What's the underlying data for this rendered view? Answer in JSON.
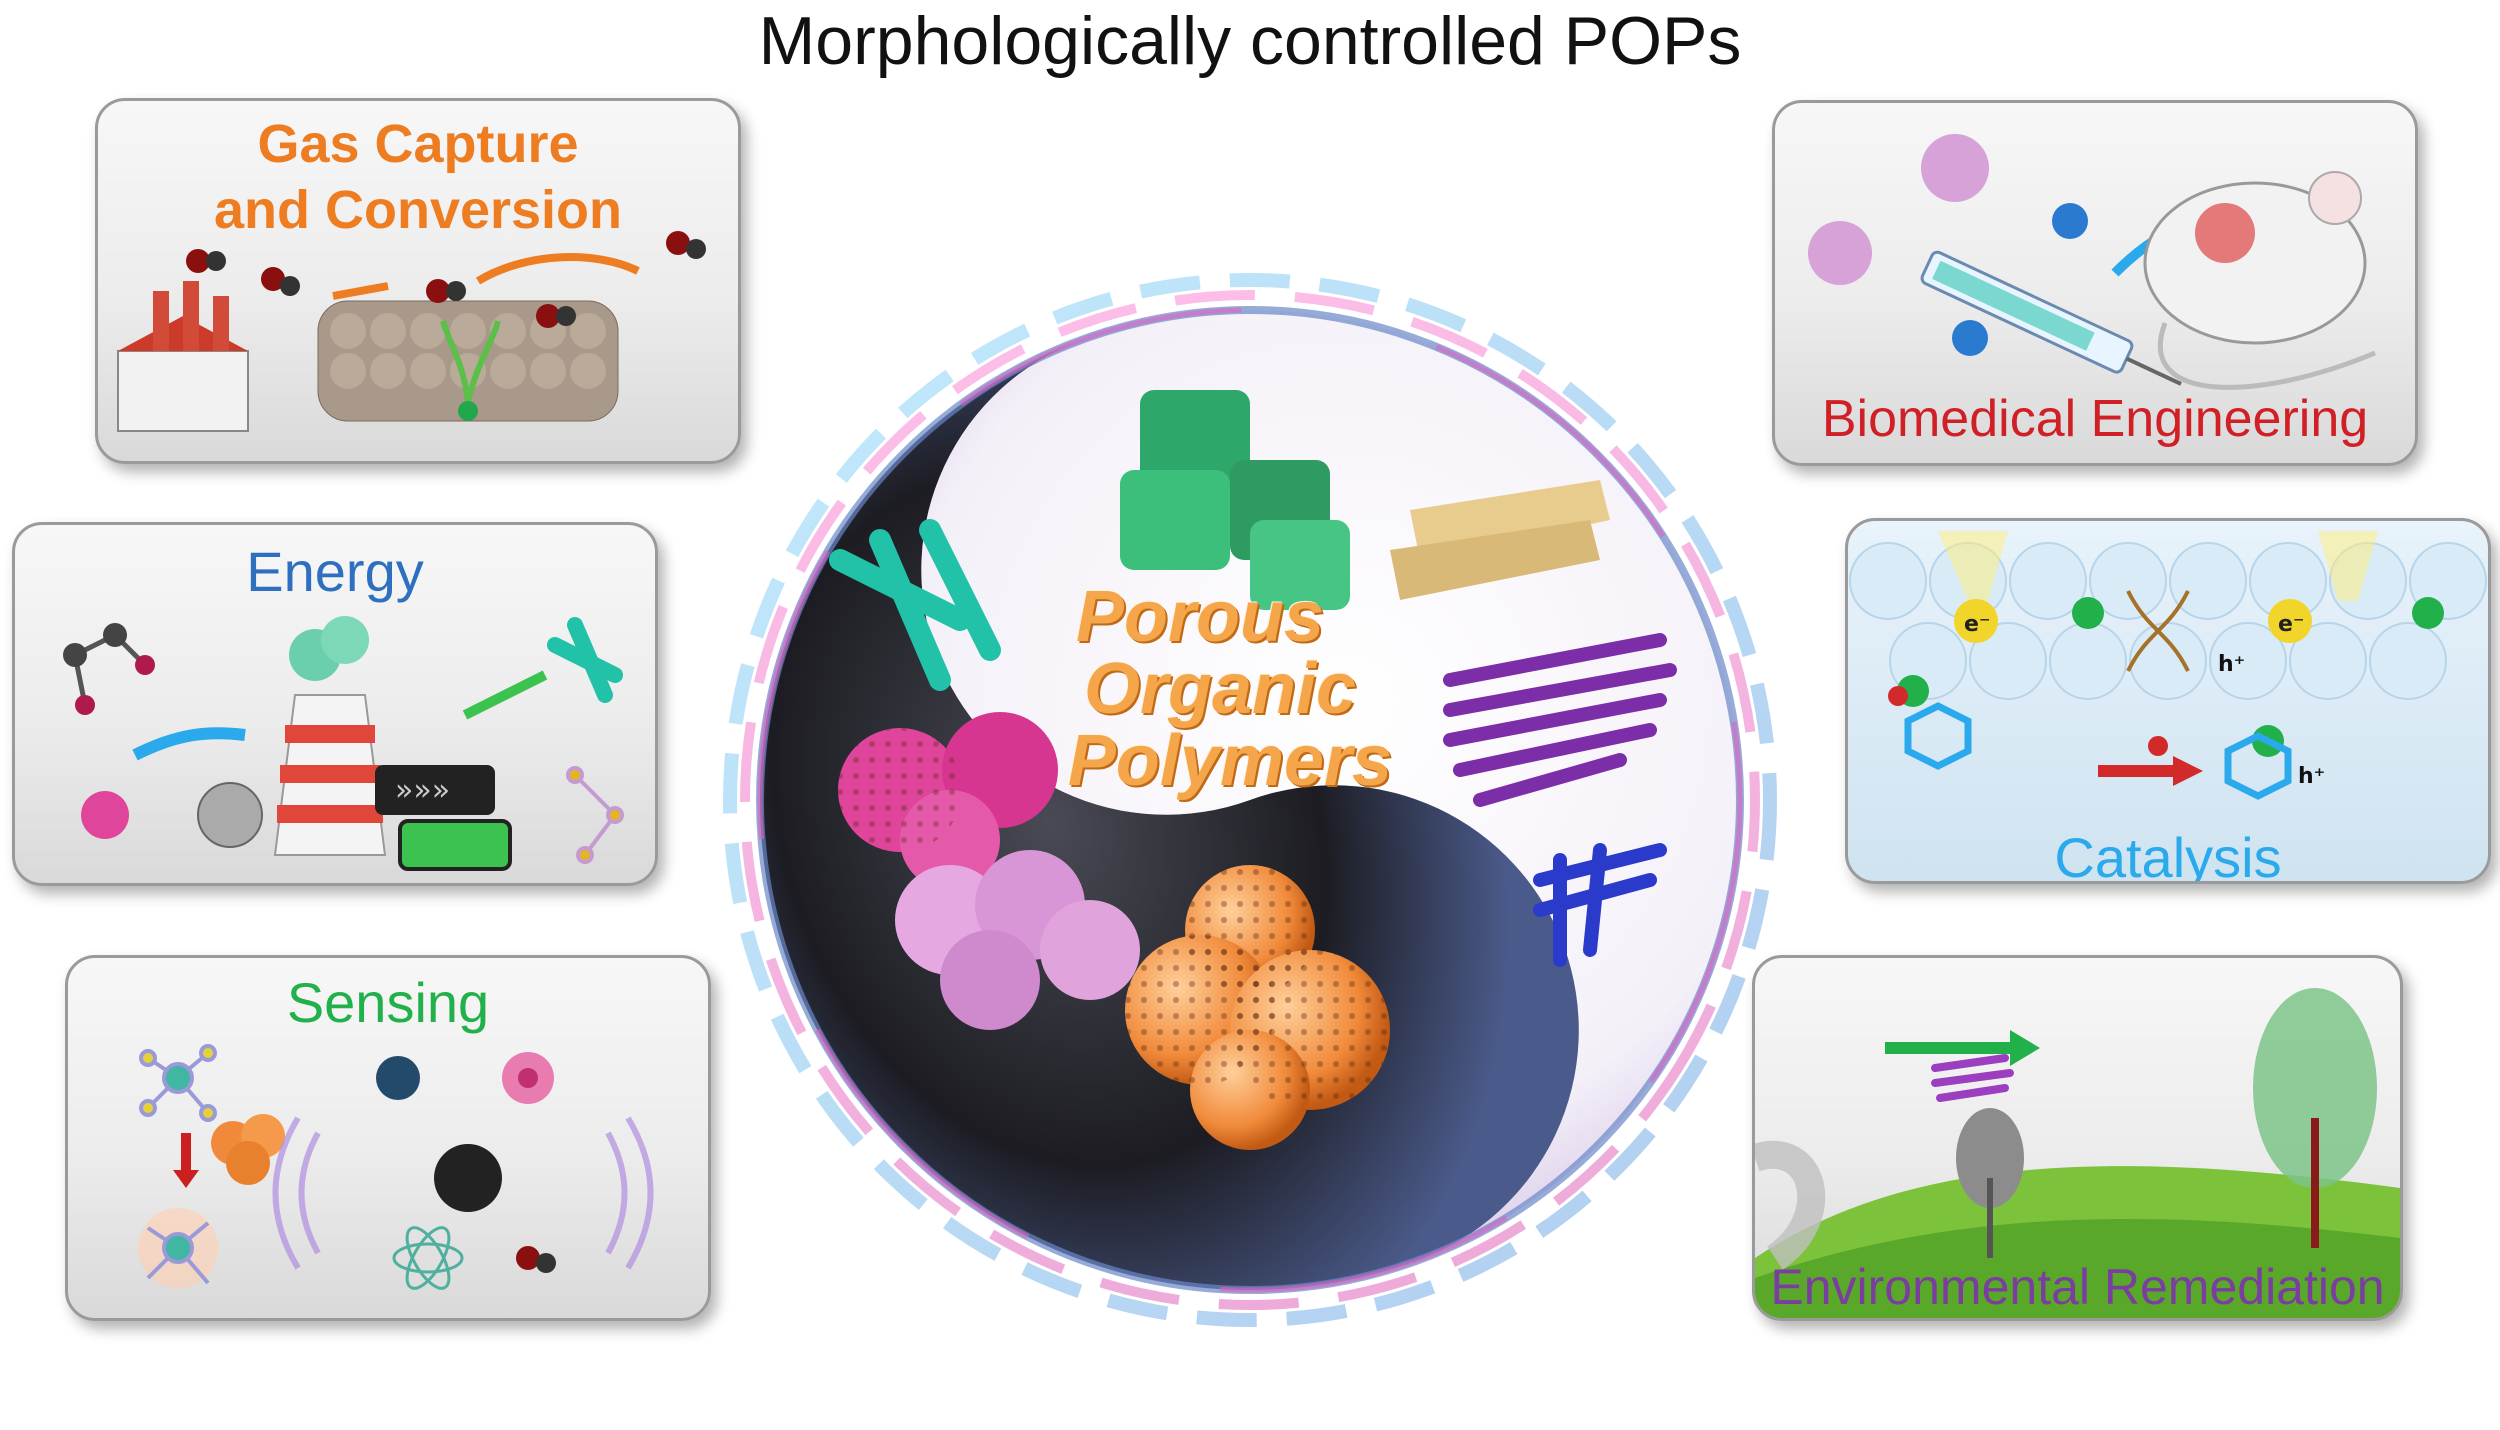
{
  "title": "Morphologically controlled POPs",
  "center": {
    "line1": "Porous",
    "line2": "Organic",
    "line3": "Polymers"
  },
  "panels": {
    "gas": {
      "line1": "Gas Capture",
      "line2": "and Conversion"
    },
    "energy": {
      "title": "Energy"
    },
    "sensing": {
      "title": "Sensing"
    },
    "bio": {
      "title": "Biomedical Engineering"
    },
    "catalysis": {
      "title": "Catalysis",
      "electron_label": "e⁻",
      "hole_label": "h⁺"
    },
    "env": {
      "title": "Environmental Remediation"
    }
  },
  "colors": {
    "gas": "#ee7d22",
    "energy": "#2e6fbf",
    "sensing": "#22b04a",
    "bio": "#d11f26",
    "catalysis": "#2aa9ec",
    "env": "#7b3ea0",
    "pop_text": "#f5a54a"
  }
}
